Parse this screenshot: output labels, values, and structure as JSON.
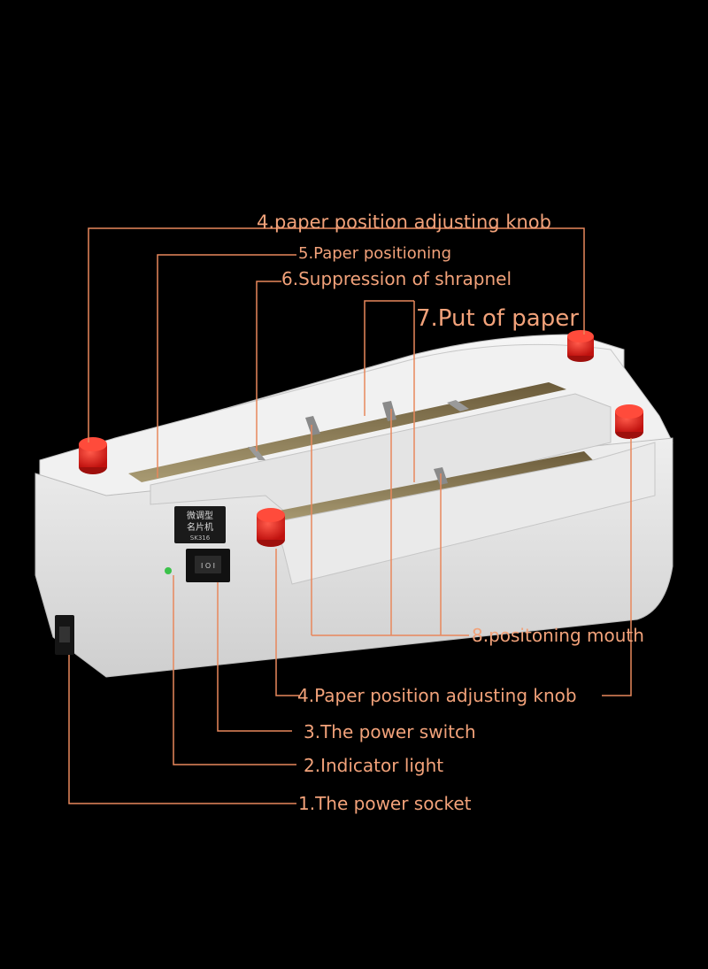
{
  "labels": {
    "knob_top": "4.paper position adjusting knob",
    "paper_positioning": "5.Paper positioning",
    "shrapnel": "6.Suppression of shrapnel",
    "put_paper": "7.Put of paper",
    "positioning_mouth": "8.positoning mouth",
    "knob_bottom": "4.Paper position adjusting knob",
    "power_switch": "3.The power switch",
    "indicator": "2.Indicator light",
    "power_socket": "1.The power socket"
  },
  "device": {
    "badge_line1": "微调型",
    "badge_line2": "名片机",
    "badge_line3": "SK316",
    "switch_text": "I O I"
  },
  "colors": {
    "background": "#000000",
    "leader_line": "#e8875c",
    "label_text": "#f2a27a",
    "knob": "#e8201e",
    "body": "#ececec",
    "indicator_led": "#3bc24a"
  }
}
